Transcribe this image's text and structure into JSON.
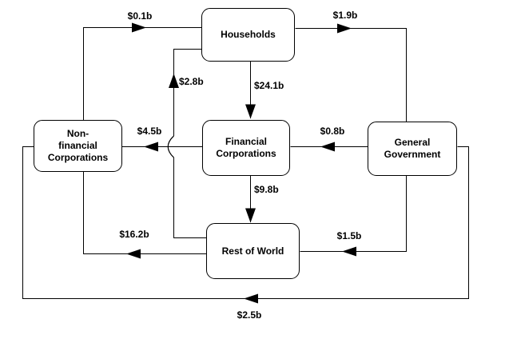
{
  "diagram_type": "sector-flow-diagram",
  "colors": {
    "background": "#ffffff",
    "line": "#000000",
    "box_border": "#000000",
    "text": "#000000"
  },
  "nodes": {
    "households": {
      "label": "Households"
    },
    "non_financial": {
      "label": "Non-\nfinancial\nCorporations"
    },
    "financial": {
      "label": "Financial\nCorporations"
    },
    "government": {
      "label": "General\nGovernment"
    },
    "rest_of_world": {
      "label": "Rest of World"
    }
  },
  "flows": {
    "nfc_to_households": {
      "from": "Non-financial Corporations",
      "to": "Households",
      "amount": "$0.1b"
    },
    "households_to_government": {
      "from": "Households",
      "to": "General Government",
      "amount": "$1.9b"
    },
    "households_to_financial": {
      "from": "Households",
      "to": "Financial Corporations",
      "amount": "$24.1b"
    },
    "restofworld_to_households": {
      "from": "Rest of World",
      "to": "Households",
      "amount": "$2.8b"
    },
    "financial_to_nfc": {
      "from": "Financial Corporations",
      "to": "Non-financial Corporations",
      "amount": "$4.5b"
    },
    "government_to_financial": {
      "from": "General Government",
      "to": "Financial Corporations",
      "amount": "$0.8b"
    },
    "financial_to_restofworld": {
      "from": "Financial Corporations",
      "to": "Rest of World",
      "amount": "$9.8b"
    },
    "government_to_restofworld": {
      "from": "General Government",
      "to": "Rest of World",
      "amount": "$1.5b"
    },
    "restofworld_to_nfc": {
      "from": "Rest of World",
      "to": "Non-financial Corporations",
      "amount": "$16.2b"
    },
    "government_to_nfc": {
      "from": "General Government",
      "to": "Non-financial Corporations",
      "amount": "$2.5b"
    }
  }
}
